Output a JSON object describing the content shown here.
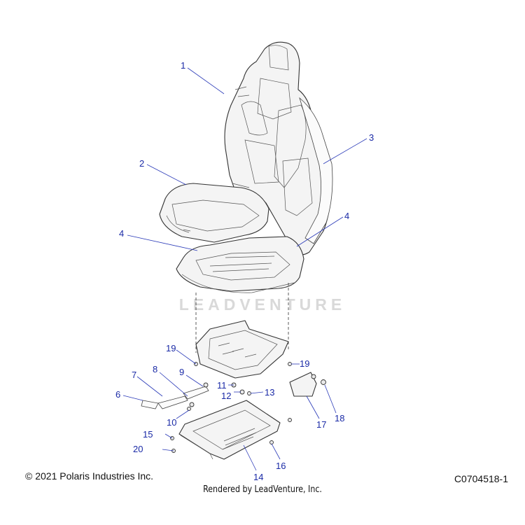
{
  "watermark": "LEADVENTURE",
  "footer": {
    "copyright": "© 2021 Polaris Industries Inc.",
    "rendered_by": "Rendered by LeadVenture, Inc.",
    "diagram_code": "C0704518-1"
  },
  "callouts": {
    "c1": "1",
    "c2": "2",
    "c3": "3",
    "c4a": "4",
    "c4b": "4",
    "c6": "6",
    "c7": "7",
    "c8": "8",
    "c9": "9",
    "c10": "10",
    "c11": "11",
    "c12": "12",
    "c13": "13",
    "c14": "14",
    "c15": "15",
    "c16": "16",
    "c17": "17",
    "c18": "18",
    "c19a": "19",
    "c19b": "19",
    "c20": "20"
  },
  "colors": {
    "callout": "#1a2aa6",
    "line": "#333333"
  }
}
